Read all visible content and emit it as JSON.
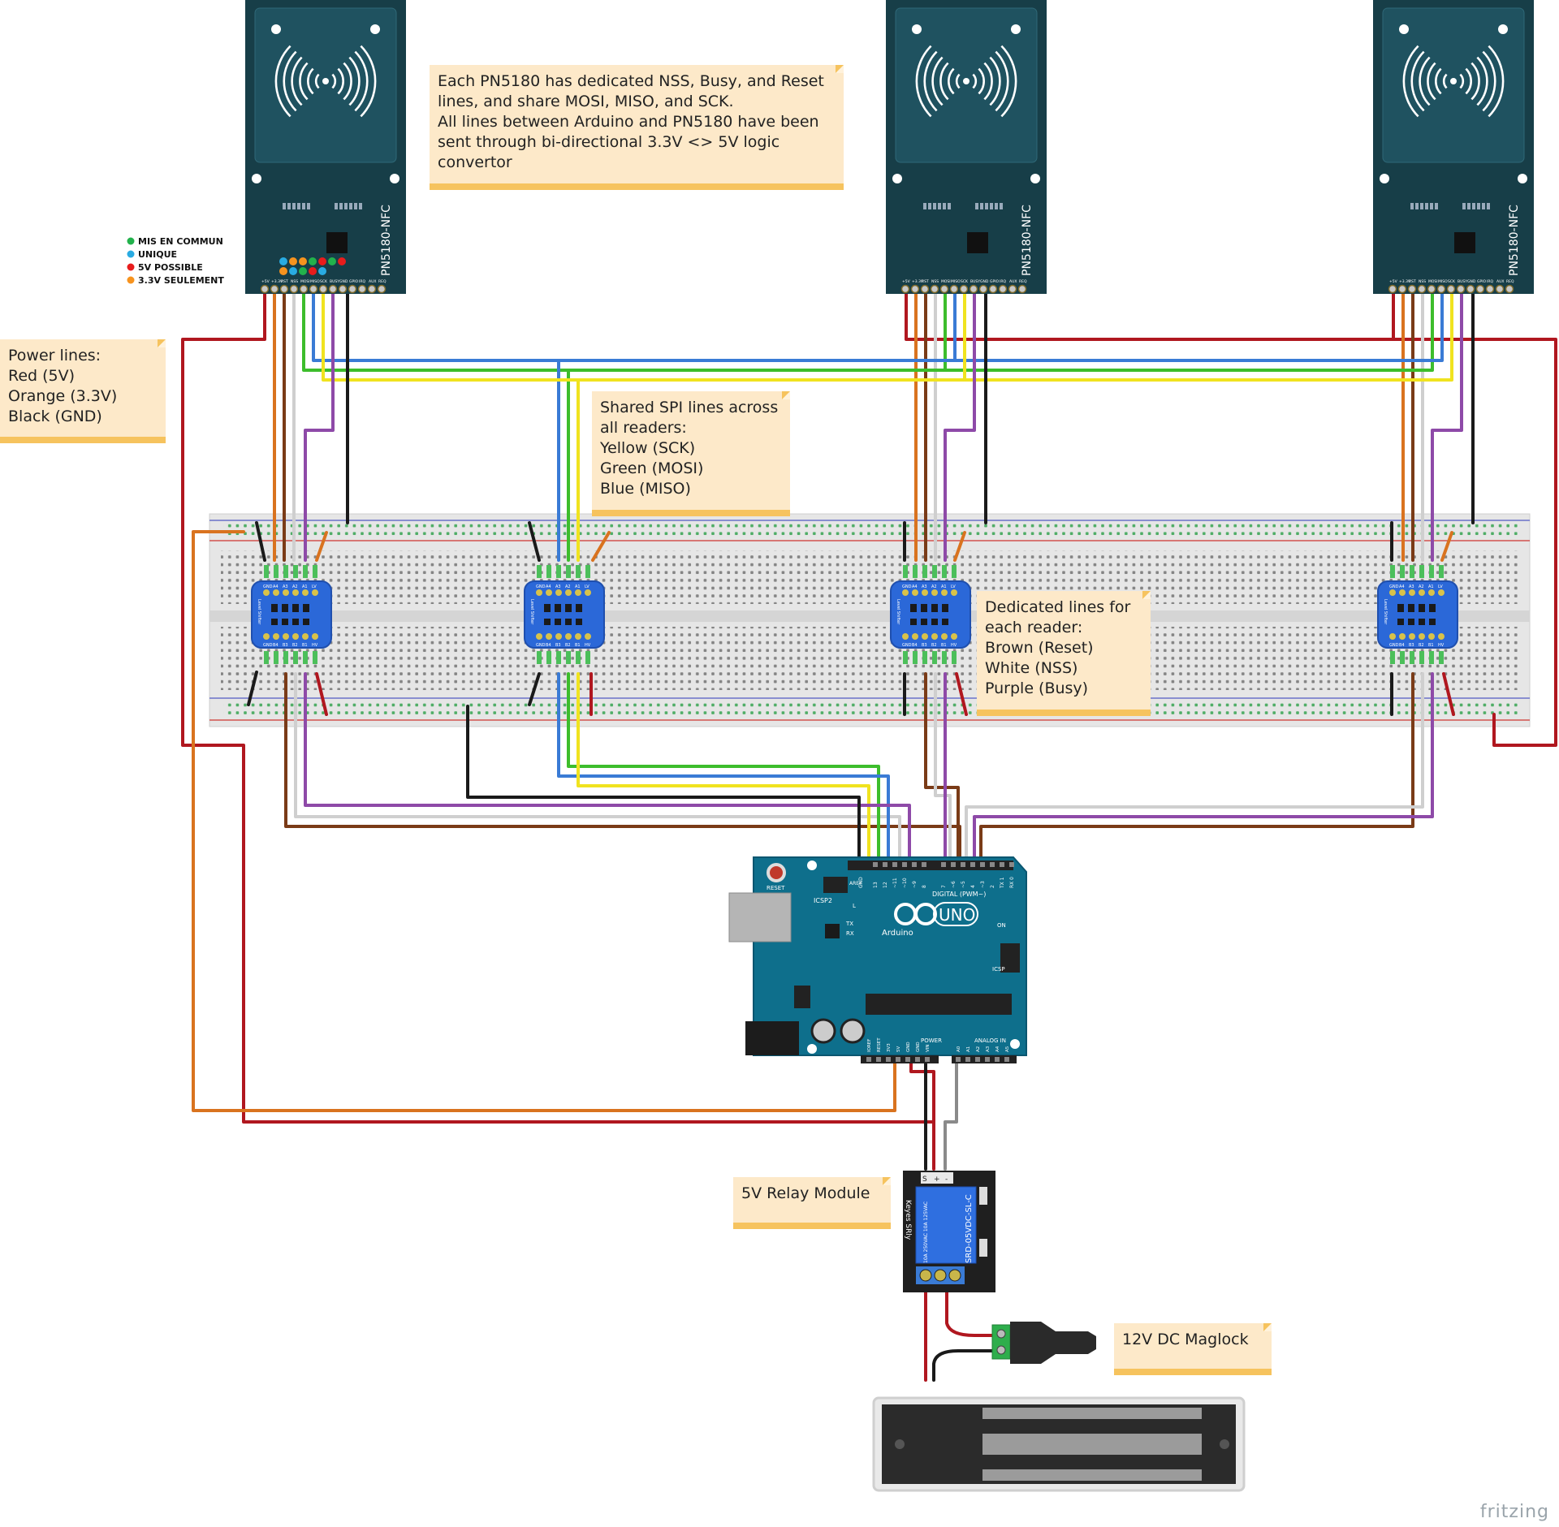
{
  "diagram": {
    "notes": {
      "pn5180_note": [
        "Each PN5180 has dedicated NSS, Busy, and Reset",
        "lines, and share MOSI, MISO, and SCK.",
        "All lines between Arduino and PN5180 have been",
        "sent through bi-directional 3.3V <> 5V logic",
        "convertor"
      ],
      "power_note": [
        "Power lines:",
        "Red (5V)",
        "Orange (3.3V)",
        "Black (GND)"
      ],
      "spi_note": [
        "Shared SPI lines across",
        "all readers:",
        "Yellow (SCK)",
        "Green (MOSI)",
        "Blue (MISO)"
      ],
      "dedicated_note": [
        "Dedicated lines for",
        "each reader:",
        "Brown (Reset)",
        "White (NSS)",
        "Purple (Busy)"
      ],
      "relay_note": [
        "5V Relay Module"
      ],
      "maglock_note": [
        "12V DC Maglock"
      ]
    },
    "legend": [
      {
        "label": "MIS EN COMMUN",
        "color": "#22b24c"
      },
      {
        "label": "UNIQUE",
        "color": "#29abe2"
      },
      {
        "label": "5V POSSIBLE",
        "color": "#e81c1c"
      },
      {
        "label": "3.3V SEULEMENT",
        "color": "#f7931e"
      }
    ],
    "reader_label": "PN5180-NFC",
    "reader_pins": [
      "+5V",
      "+3.3V",
      "RST",
      "NSS",
      "MOSI",
      "MISO",
      "SCK",
      "BUSY",
      "GND",
      "GPIO",
      "IRQ",
      "AUX",
      "REQ"
    ],
    "arduino": {
      "reset_label": "RESET",
      "icsp2_label": "ICSP2",
      "icsp_label": "ICSP",
      "logo_text": "UNO",
      "brand_text": "Arduino",
      "digital_label": "DIGITAL (PWM~)",
      "power_label": "POWER",
      "analog_label": "ANALOG IN",
      "led_labels": [
        "L",
        "TX",
        "RX"
      ],
      "on_label": "ON",
      "aref_label": "AREF",
      "gnd_label": "GND",
      "digital_pins": [
        "13",
        "12",
        "~11",
        "~10",
        "~9",
        "8",
        "7",
        "~6",
        "~5",
        "4",
        "~3",
        "2",
        "TX 1",
        "RX 0"
      ],
      "power_pins": [
        "IOREF",
        "RESET",
        "3V3",
        "5V",
        "GND",
        "GND",
        "VIN"
      ],
      "analog_pins": [
        "A0",
        "A1",
        "A2",
        "A3",
        "A4",
        "A5"
      ]
    },
    "converter": {
      "top_pins": [
        "GND",
        "A4",
        "A3",
        "A2",
        "A1",
        "LV"
      ],
      "bottom_pins": [
        "GND",
        "B4",
        "B3",
        "B2",
        "B1",
        "HV"
      ],
      "text": "Level Shifter"
    },
    "relay": {
      "brand": "Keyes SRly",
      "spec": "SRD-05VDC-SL-C",
      "rating": "10A 250VAC 10A 125VAC",
      "pins": [
        "S",
        "+",
        "-"
      ]
    },
    "watermark": "fritzing",
    "colors": {
      "red": "#b0171f",
      "orange": "#d9731f",
      "black": "#1a1a1a",
      "green": "#3dbd2c",
      "blue": "#3a7bd5",
      "yellow": "#f0e31f",
      "purple": "#8e4aa8",
      "brown": "#7a3b17",
      "white": "#cfcfcf",
      "board_blue": "#0e6f8c",
      "reader_dark": "#173e48"
    }
  }
}
